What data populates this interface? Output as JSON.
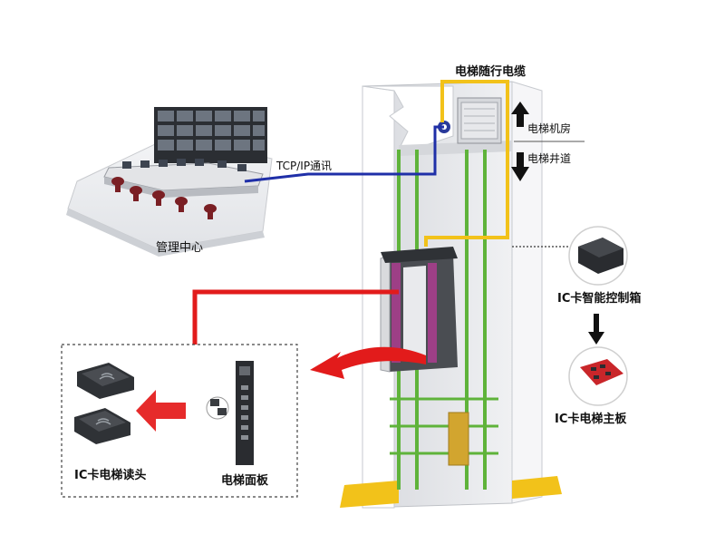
{
  "labels": {
    "traveling_cable": "电梯随行电缆",
    "machine_room": "电梯机房",
    "hoistway": "电梯井道",
    "tcp_ip": "TCP/IP通讯",
    "management_center": "管理中心",
    "ic_controller": "IC卡智能控制箱",
    "ic_mainboard": "IC卡电梯主板",
    "ic_reader": "IC卡电梯读头",
    "elevator_panel": "电梯面板"
  },
  "colors": {
    "yellow_cable": "#f2c21a",
    "blue_link": "#1f2fa8",
    "red_link": "#e21b1b",
    "green_rail": "#5fb33a",
    "shaft_gray": "#e6e7ea",
    "dark_device": "#3a3d41",
    "board_red": "#c9262a"
  },
  "icons": [
    "arrow-up-icon",
    "arrow-down-icon",
    "red-arrow-left-icon",
    "curved-red-arrow-icon"
  ]
}
